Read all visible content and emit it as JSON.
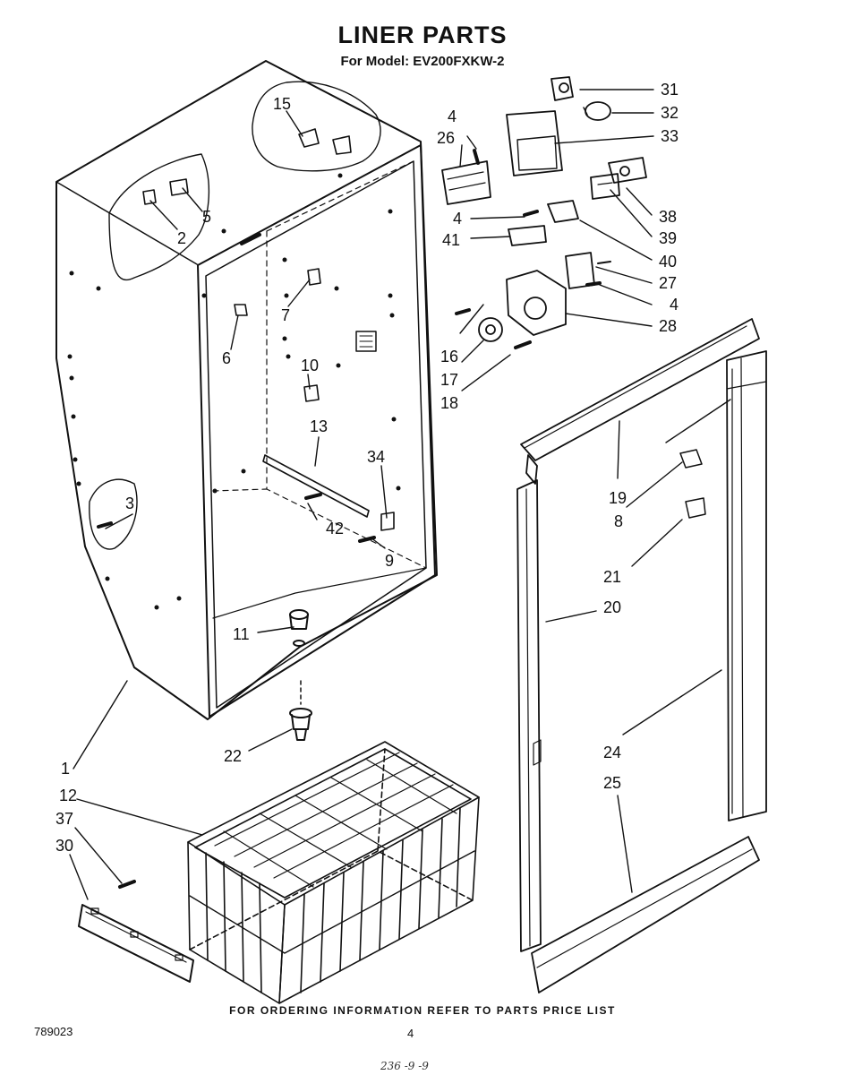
{
  "header": {
    "title": "LINER PARTS",
    "model_line": "For Model: EV200FXKW-2"
  },
  "footer": {
    "ordering_note": "FOR ORDERING INFORMATION REFER TO PARTS PRICE LIST",
    "document_number": "789023",
    "page_number": "4",
    "handwritten_note": "236 -9 -9"
  },
  "callouts": {
    "c1": "1",
    "c2": "2",
    "c3": "3",
    "c4a": "4",
    "c4b": "4",
    "c4c": "4",
    "c5": "5",
    "c6": "6",
    "c7": "7",
    "c8": "8",
    "c9": "9",
    "c10": "10",
    "c11": "11",
    "c12": "12",
    "c13": "13",
    "c15": "15",
    "c16": "16",
    "c17": "17",
    "c18": "18",
    "c19": "19",
    "c20": "20",
    "c21": "21",
    "c22": "22",
    "c24": "24",
    "c25": "25",
    "c26": "26",
    "c27": "27",
    "c28": "28",
    "c30": "30",
    "c31": "31",
    "c32": "32",
    "c33": "33",
    "c34": "34",
    "c37": "37",
    "c38": "38",
    "c39": "39",
    "c40": "40",
    "c41": "41",
    "c42": "42"
  }
}
